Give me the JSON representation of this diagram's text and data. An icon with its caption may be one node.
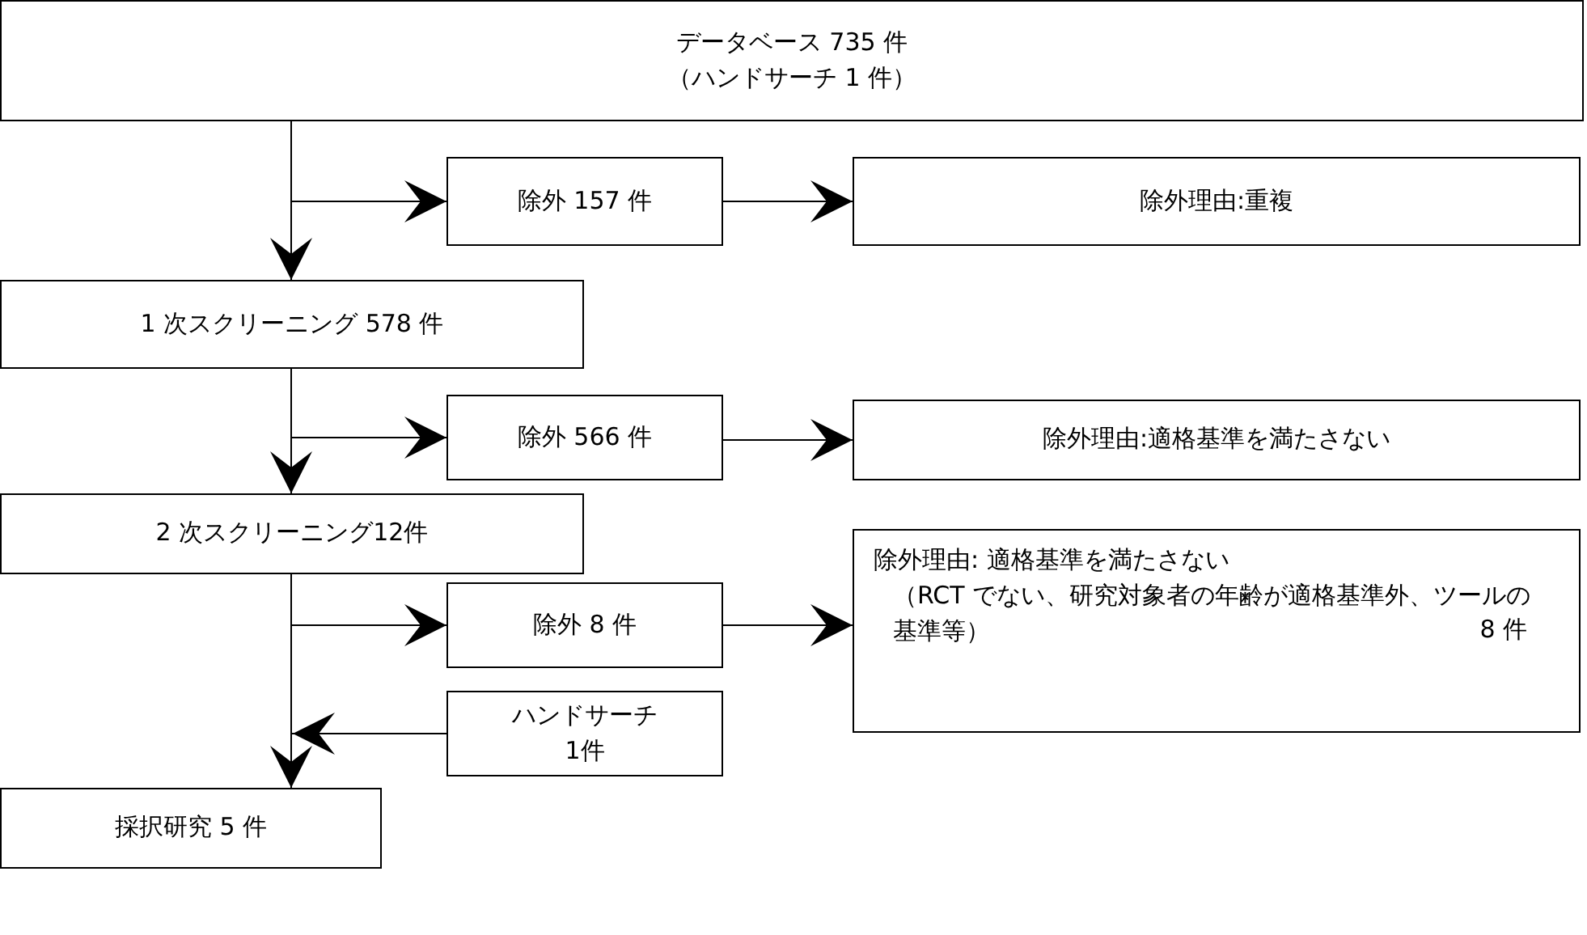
{
  "diagram": {
    "nodes": [
      {
        "text": [
          "データベース 735 件",
          "（ハンドサーチ 1 件）"
        ]
      },
      {
        "text": [
          "除外 157 件"
        ]
      },
      {
        "text": [
          "除外理由:重複"
        ]
      },
      {
        "text": [
          "1 次スクリーニング 578 件"
        ]
      },
      {
        "text": [
          "除外 566 件"
        ]
      },
      {
        "text": [
          "除外理由:適格基準を満たさない"
        ]
      },
      {
        "text": [
          "2 次スクリーニング12件"
        ]
      },
      {
        "text": [
          "除外 8 件"
        ]
      },
      {
        "text": [
          "除外理由: 適格基準を満たさない",
          "（RCT でない、研究対象者の年齢が適格基準外、ツールの基準等）",
          "8 件"
        ]
      },
      {
        "text": [
          "ハンドサーチ1件"
        ]
      },
      {
        "text": [
          "採択研究 5 件"
        ]
      }
    ],
    "edges": [
      {
        "from": 0,
        "to": 3,
        "arrow": "to"
      },
      {
        "from": 0,
        "to": 1,
        "arrow": "to"
      },
      {
        "from": 1,
        "to": 2,
        "arrow": "to"
      },
      {
        "from": 3,
        "to": 6,
        "arrow": "to"
      },
      {
        "from": 3,
        "to": 4,
        "arrow": "to"
      },
      {
        "from": 4,
        "to": 5,
        "arrow": "to"
      },
      {
        "from": 6,
        "to": 10,
        "arrow": "to"
      },
      {
        "from": 6,
        "to": 7,
        "arrow": "to"
      },
      {
        "from": 7,
        "to": 8,
        "arrow": "to"
      },
      {
        "from": 9,
        "to": 10,
        "arrow": "to"
      }
    ]
  }
}
